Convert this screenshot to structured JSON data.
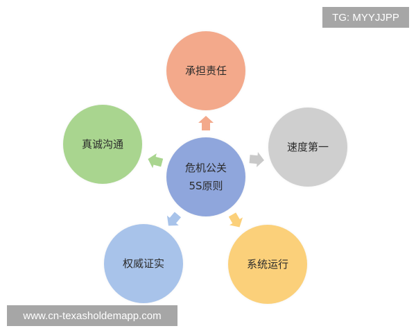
{
  "diagram": {
    "center": {
      "line1": "危机公关",
      "line2": "5S原则",
      "color": "#8fa6dc"
    },
    "nodes": [
      {
        "id": "top",
        "label": "承担责任",
        "color": "#f3a98b"
      },
      {
        "id": "right",
        "label": "速度第一",
        "color": "#cfcfcf"
      },
      {
        "id": "bottom-right",
        "label": "系统运行",
        "color": "#fbd07a"
      },
      {
        "id": "bottom-left",
        "label": "权威证实",
        "color": "#a8c3ea"
      },
      {
        "id": "left",
        "label": "真诚沟通",
        "color": "#a9d58f"
      }
    ]
  },
  "watermarks": {
    "top_right": "TG: MYYJJPP",
    "bottom_left": "www.cn-texasholdemapp.com"
  }
}
